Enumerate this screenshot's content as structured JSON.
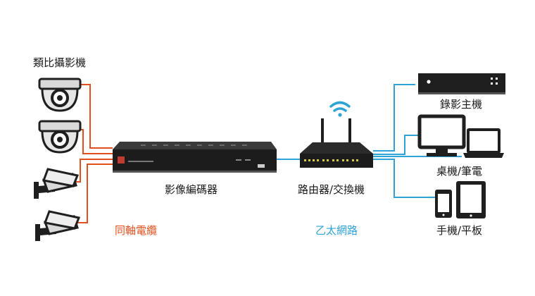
{
  "labels": {
    "analog_cameras": "類比攝影機",
    "video_encoder": "影像編碼器",
    "router_switch": "路由器/交換機",
    "recorder_host": "錄影主機",
    "desktop_laptop": "桌機/筆電",
    "phone_tablet": "手機/平板",
    "coax_cable": "同軸電纜",
    "ethernet": "乙太網路"
  },
  "colors": {
    "coax": "#e0501e",
    "ethernet": "#2ea3d6",
    "device_dark": "#1f1f1f",
    "device_gray": "#d9d9d9"
  },
  "icons": [
    "dome-camera-icon",
    "bullet-camera-icon",
    "video-encoder-icon",
    "router-icon",
    "wifi-icon",
    "recorder-icon",
    "desktop-monitor-icon",
    "laptop-icon",
    "smartphone-icon",
    "tablet-icon"
  ]
}
